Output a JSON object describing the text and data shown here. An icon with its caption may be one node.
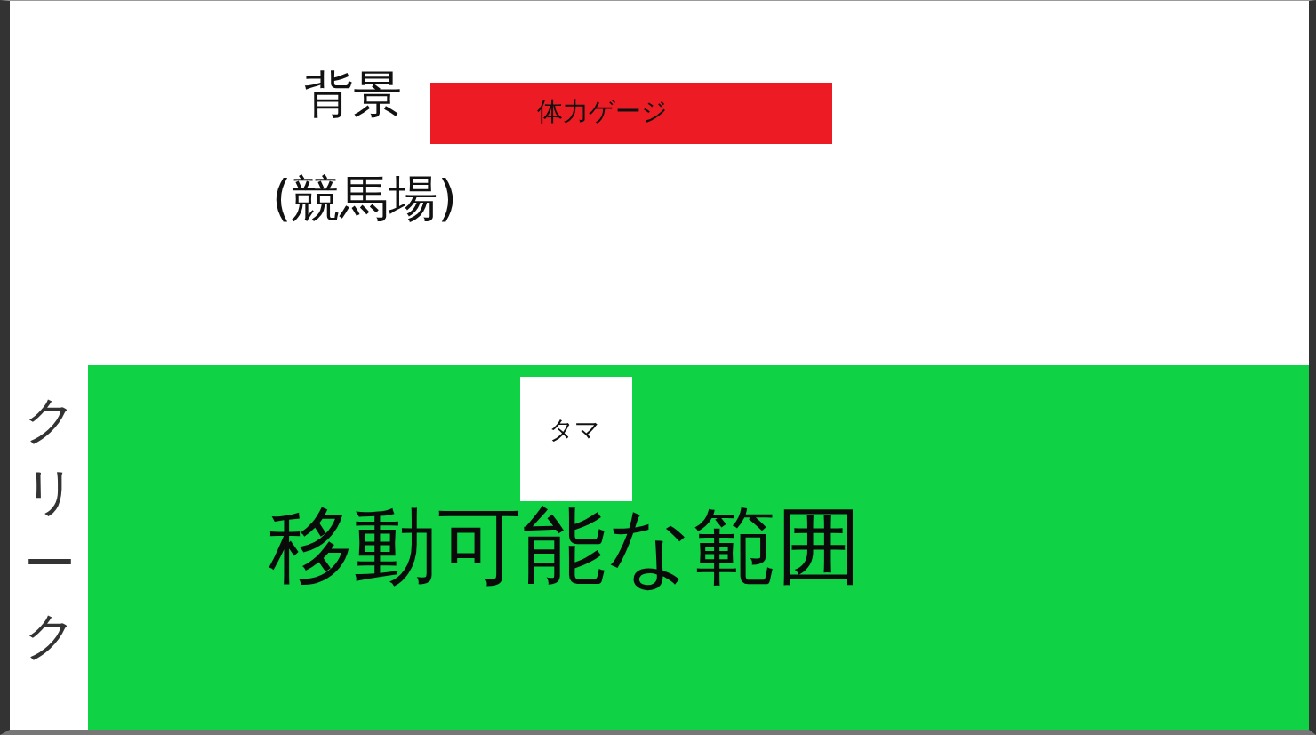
{
  "diagram": {
    "nodes": [
      {
        "text": [
          "体力ゲージ"
        ]
      },
      {
        "text": [
          "移動可能な範囲"
        ]
      },
      {
        "text": [
          "タマ"
        ],
        "in": 1
      }
    ],
    "labels": [
      "背景",
      "(競馬場)",
      "クリーク"
    ]
  }
}
